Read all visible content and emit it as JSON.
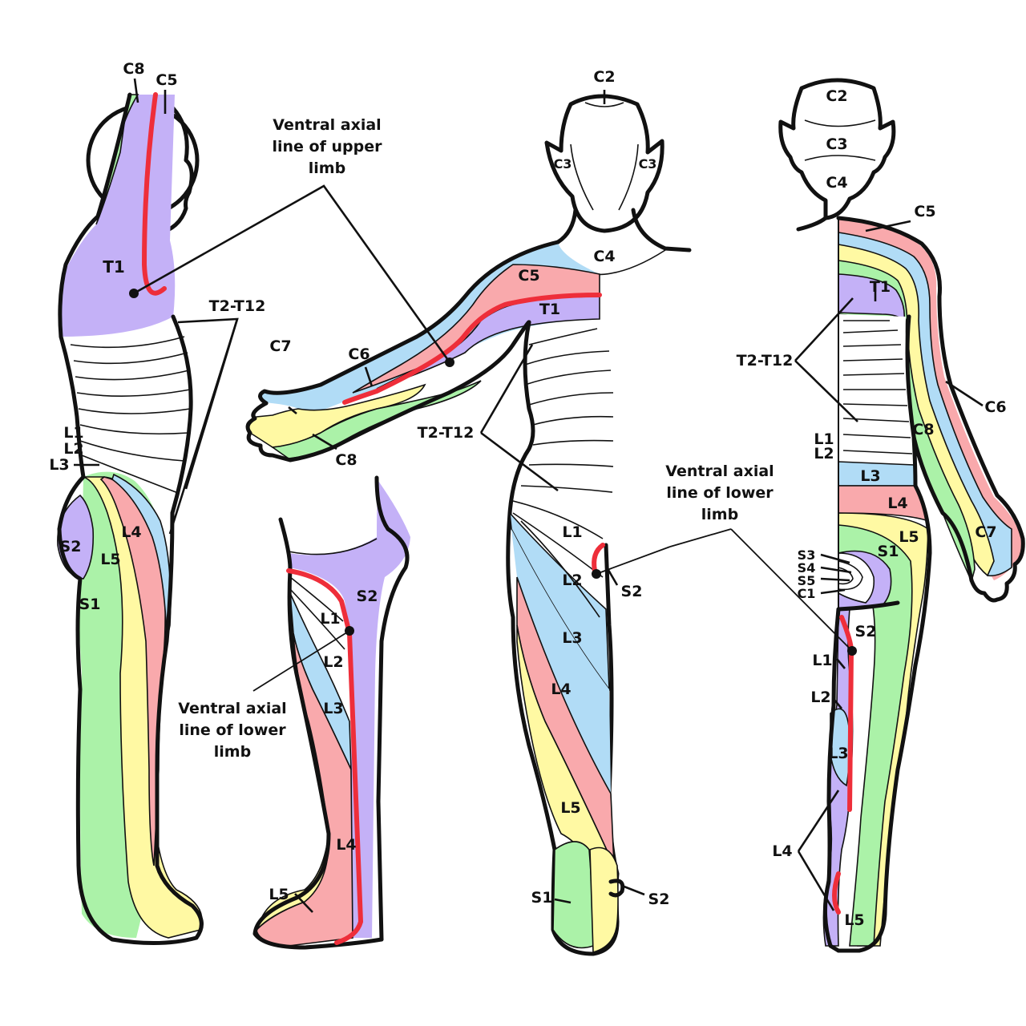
{
  "colors": {
    "purple": "#c4b1f7",
    "green": "#abf2a8",
    "yellow": "#fff9a3",
    "pink": "#f9a9ac",
    "blue": "#b1dcf6",
    "axial_line": "#ee2e3a",
    "outline": "#111111"
  },
  "callouts": {
    "upper_axial": "Ventral axial\nline of upper\nlimb",
    "lower_axial_middle": "Ventral axial\nline of lower\nlimb",
    "lower_axial_right": "Ventral axial\nline of lower\nlimb"
  },
  "figures": {
    "lateral": {
      "labels": [
        "C8",
        "C5",
        "T1",
        "T2-T12",
        "L1",
        "L2",
        "L3",
        "S2",
        "L4",
        "L5",
        "S1"
      ]
    },
    "medial_leg": {
      "labels": [
        "S2",
        "L1",
        "L2",
        "L3",
        "L4",
        "L5"
      ]
    },
    "anterior": {
      "labels": [
        "C2",
        "C3",
        "C3",
        "C4",
        "C5",
        "T1",
        "C6",
        "C7",
        "C8",
        "T2-T12",
        "L1",
        "L2",
        "S2",
        "L3",
        "L4",
        "L5",
        "S1",
        "S2"
      ]
    },
    "posterior": {
      "labels": [
        "C2",
        "C3",
        "C4",
        "C5",
        "T1",
        "T2-T12",
        "C6",
        "C8",
        "L1",
        "L2",
        "L3",
        "L4",
        "L5",
        "S1",
        "C7",
        "S3",
        "S4",
        "S5",
        "C1",
        "S2",
        "L1",
        "L2",
        "L3",
        "L4",
        "L5"
      ]
    }
  }
}
